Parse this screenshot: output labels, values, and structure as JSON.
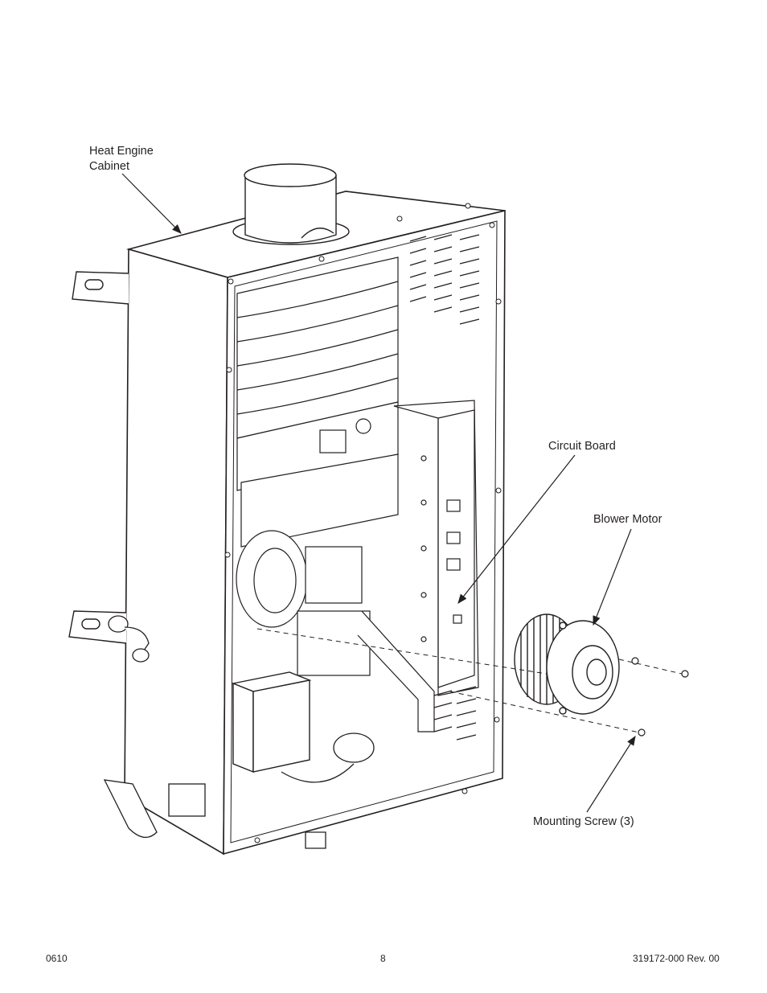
{
  "callouts": {
    "heat_engine_cabinet": "Heat Engine\nCabinet",
    "circuit_board": "Circuit Board",
    "blower_motor": "Blower Motor",
    "mounting_screw": "Mounting Screw (3)"
  },
  "footer": {
    "left": "0610",
    "page_number": "8",
    "doc_id": "319172-000 Rev. 00"
  }
}
